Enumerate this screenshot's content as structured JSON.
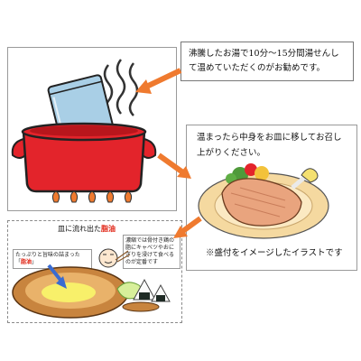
{
  "step1": {
    "note": "沸騰したお湯で10分～15分間湯せんして温めていただくのがお勧めです。"
  },
  "step2": {
    "note": "温まったら中身をお皿に移してお召し上がりください。",
    "caption": "※盛付をイメージしたイラストです"
  },
  "step3": {
    "title_prefix": "皿に流れ出た",
    "title_highlight": "脂油",
    "left_note_prefix": "たっぷりと旨味の詰まった「",
    "left_note_highlight": "脂油",
    "left_note_suffix": "」",
    "right_note": "濃縮では骨付き鶏の脂にキャベツやおにぎりを浸けて食べるのが定番です"
  },
  "colors": {
    "pot": "#e3242b",
    "arrow": "#ef7a2f",
    "bag": "#a9cfe6",
    "chicken": "#e9a47e",
    "plate": "#f5d9a0"
  }
}
